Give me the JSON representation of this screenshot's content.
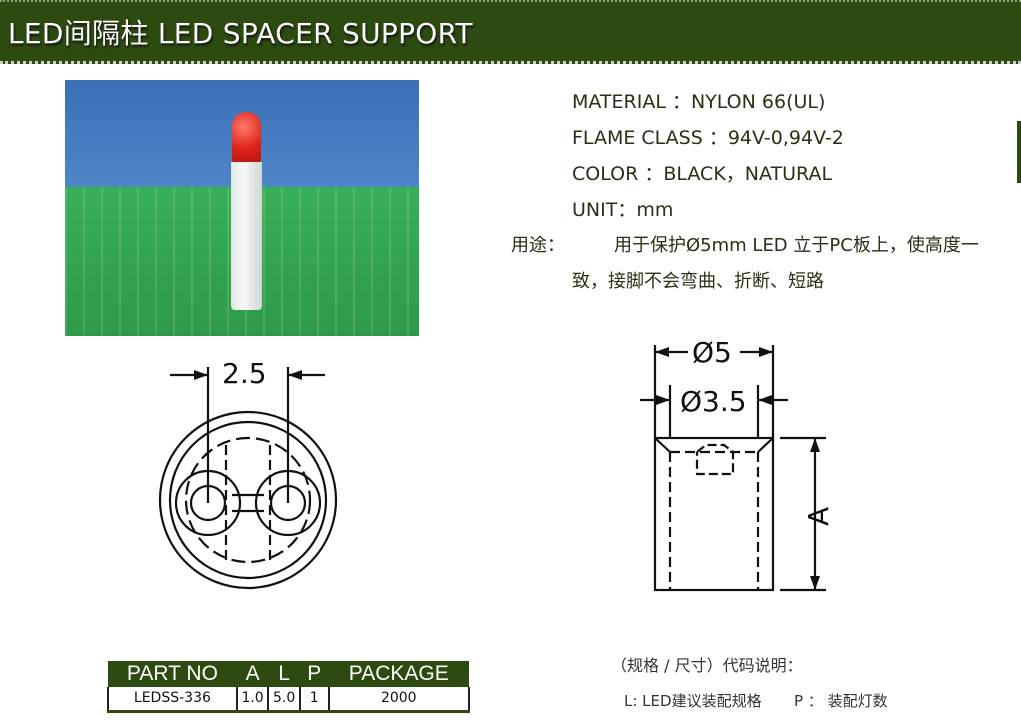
{
  "header": {
    "title": "LED间隔柱 LED SPACER SUPPORT"
  },
  "photo": {
    "alt": "LED spacer support on PCB with red LED"
  },
  "specs": {
    "material": "MATERIAL ：NYLON 66(UL)",
    "flame_class": "FLAME CLASS ：94V-0,94V-2",
    "color": "COLOR ：BLACK，NATURAL",
    "unit": "UNIT：mm"
  },
  "usage": {
    "label": "用途：",
    "line1": "用于保护Ø5mm LED 立于PC板上，使高度一",
    "line2": "致，接脚不会弯曲、折断、短路"
  },
  "drawings": {
    "top_view": {
      "pitch_label": "2.5"
    },
    "side_view": {
      "outer_dia_label": "Ø5",
      "inner_dia_label": "Ø3.5",
      "height_label": "A"
    }
  },
  "table": {
    "headers": [
      "PART NO",
      "A",
      "L",
      "P",
      "PACKAGE"
    ],
    "rows": [
      [
        "LEDSS-336",
        "1.0",
        "5.0",
        "1",
        "2000"
      ]
    ]
  },
  "legend": {
    "title": "（规格 / 尺寸）代码说明：",
    "l_desc": "L: LED建议装配规格",
    "p_desc": "P ： 装配灯数"
  },
  "colors": {
    "brand_green": "#2d4a10"
  }
}
